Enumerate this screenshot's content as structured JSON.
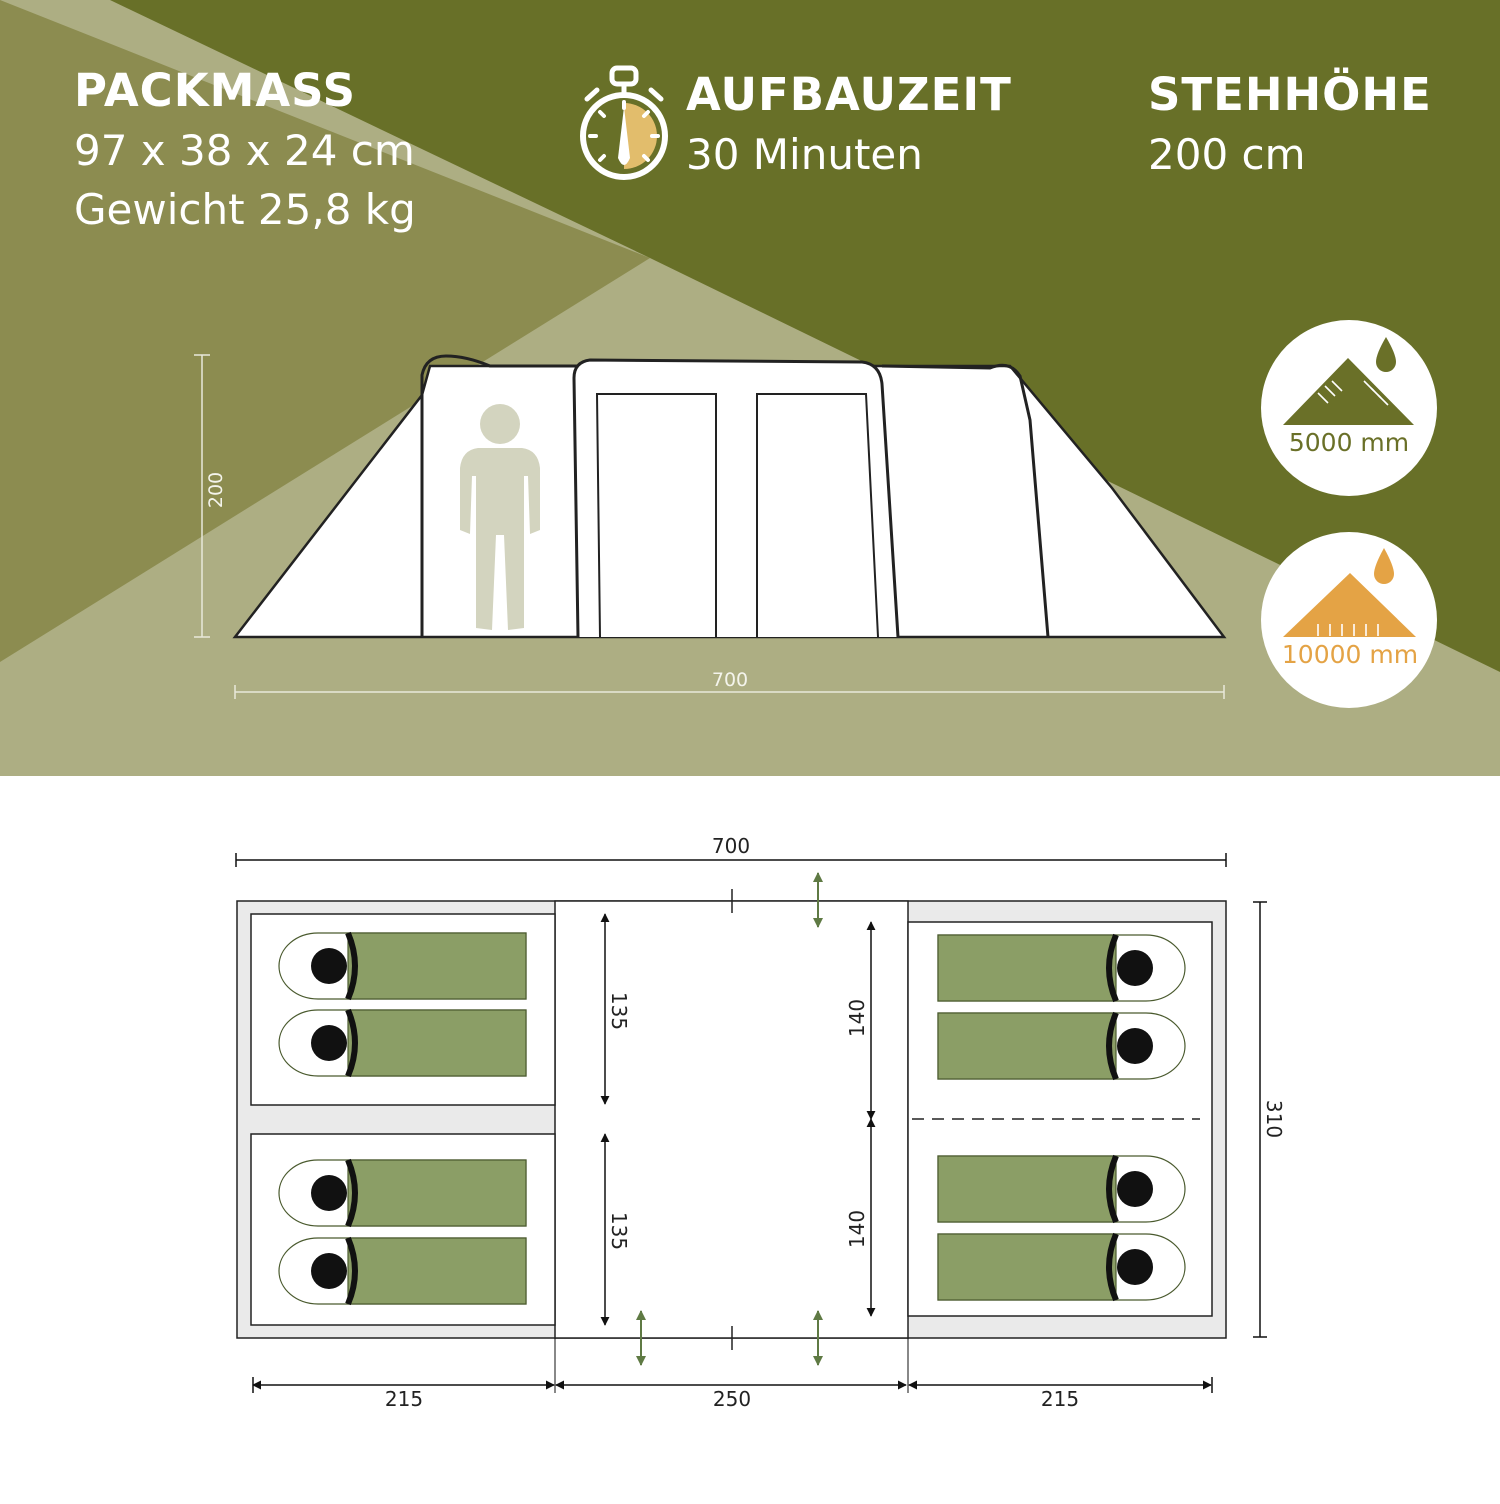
{
  "specs": {
    "packmass": {
      "title": "PACKMASS",
      "line1": "97 x 38 x 24 cm",
      "line2": "Gewicht 25,8 kg"
    },
    "aufbauzeit": {
      "title": "AUFBAUZEIT",
      "line1": "30 Minuten"
    },
    "stehhoehe": {
      "title": "STEHHÖHE",
      "line1": "200 cm"
    }
  },
  "icons": {
    "timer": "stopwatch-icon",
    "person": "person-silhouette-icon",
    "water_column": "water-column-icon",
    "floor_water": "floor-water-column-icon"
  },
  "badges": {
    "water_column": {
      "label": "5000 mm",
      "color": "#6a7028"
    },
    "floor": {
      "label": "10000 mm",
      "color": "#e4a345"
    }
  },
  "side_view": {
    "height_label": "200",
    "length_label": "700"
  },
  "floor_plan": {
    "total_length": "700",
    "total_width": "310",
    "left_cabin_length": "215",
    "living_length": "250",
    "right_cabin_length": "215",
    "left_room_a": "135",
    "left_room_b": "135",
    "right_room_a": "140",
    "right_room_b": "140"
  },
  "colors": {
    "olive_dark": "#687028",
    "olive_mid": "#8c8c50",
    "olive_light": "#adae83",
    "sleeping_bag": "#8b9e66",
    "person": "#d3d4bf",
    "tent_fill": "#ffffff",
    "timer_fill": "#e2bd6c"
  }
}
